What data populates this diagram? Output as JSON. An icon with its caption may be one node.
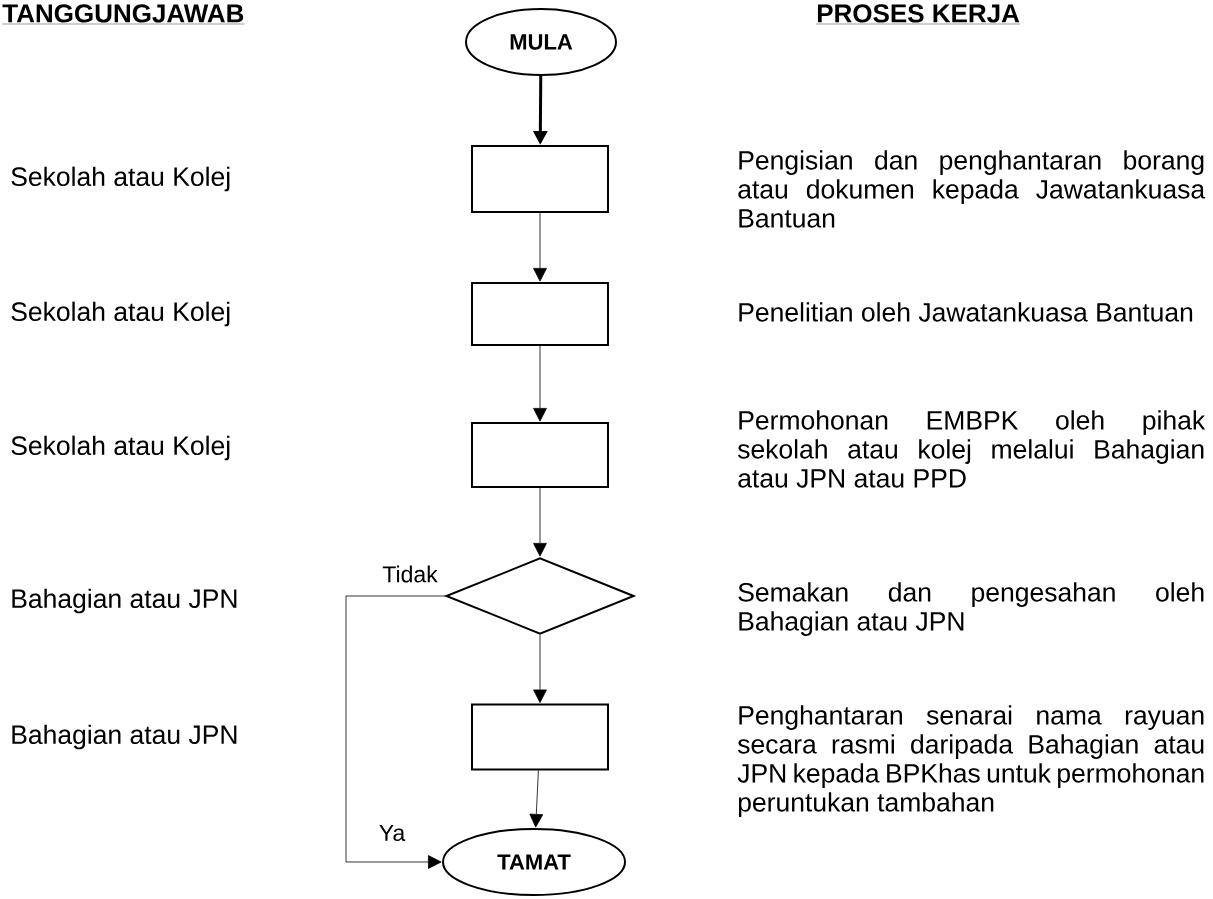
{
  "diagram": {
    "nodes": [
      {
        "text": [
          "MULA"
        ]
      },
      {
        "text": [],
        "shape": "box"
      },
      {
        "text": [],
        "shape": "box"
      },
      {
        "text": [],
        "shape": "box"
      },
      {
        "text": [],
        "shape": "diamond"
      },
      {
        "text": [],
        "shape": "box"
      },
      {
        "text": [
          "TAMAT"
        ]
      }
    ],
    "edges": [
      {
        "from": 0,
        "to": 1,
        "arrow": "to",
        "style": "thick"
      },
      {
        "from": 1,
        "to": 2,
        "arrow": "to"
      },
      {
        "from": 2,
        "to": 3,
        "arrow": "to"
      },
      {
        "from": 3,
        "to": 4,
        "arrow": "to"
      },
      {
        "from": 4,
        "to": 5,
        "arrow": "to"
      },
      {
        "from": 5,
        "to": 6,
        "arrow": "to"
      },
      {
        "from": 4,
        "to": 6,
        "arrow": "to",
        "label": "Tidak"
      }
    ],
    "labels": [
      "TANGGUNGJAWAB",
      "PROSES KERJA",
      "Sekolah atau Kolej",
      "Pengisian dan penghantaran borang atau dokumen kepada Jawatankuasa Bantuan",
      "Sekolah atau Kolej",
      "Penelitian oleh Jawatankuasa Bantuan",
      "Sekolah atau Kolej",
      "Permohonan EMBPK oleh pihak sekolah atau kolej melalui Bahagian atau JPN atau PPD",
      "Bahagian atau JPN",
      "Semakan dan pengesahan oleh Bahagian atau JPN",
      "Bahagian atau JPN",
      "Penghantaran senarai nama rayuan secara rasmi daripada Bahagian atau JPN kepada BPKhas untuk permohonan peruntukan tambahan",
      "Ya"
    ]
  }
}
